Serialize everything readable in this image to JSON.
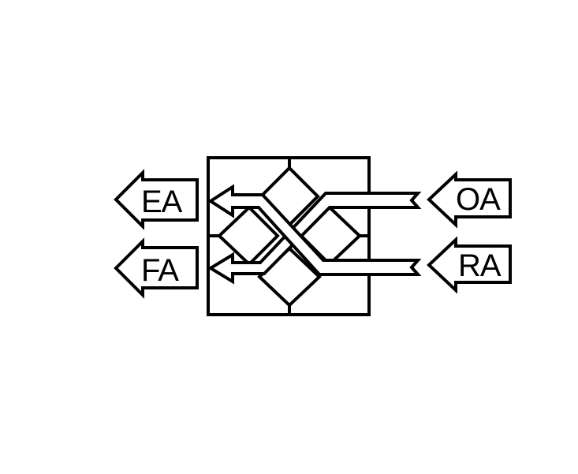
{
  "diagram": {
    "labels": {
      "ea": "EA",
      "fa": "FA",
      "oa": "OA",
      "ra": "RA"
    },
    "colors": {
      "line": "#000000",
      "background": "#ffffff"
    }
  }
}
